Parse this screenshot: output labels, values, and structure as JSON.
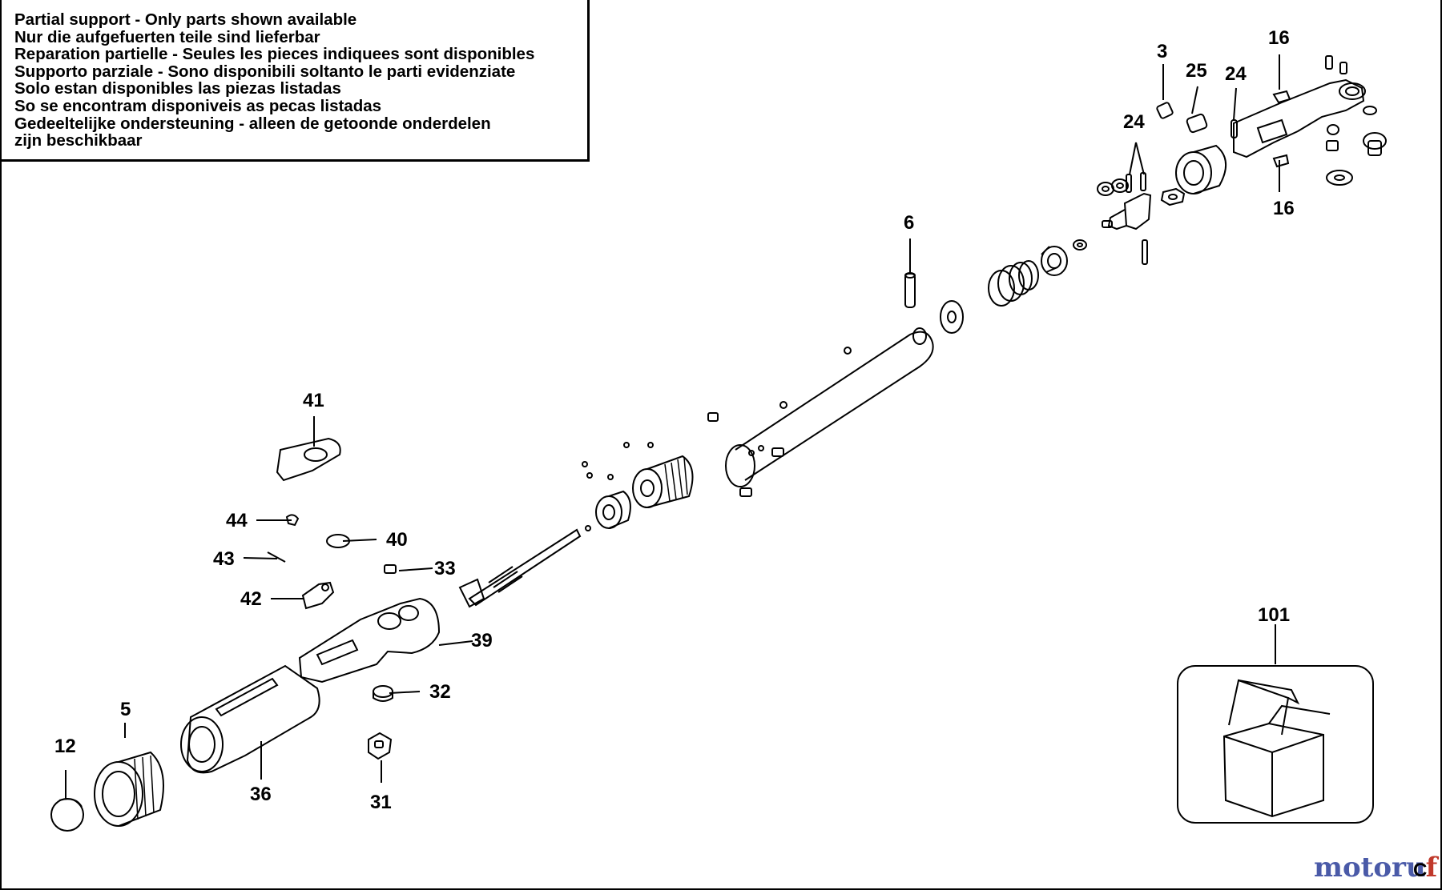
{
  "notice": {
    "lines": [
      "Partial support - Only parts shown available",
      "Nur die aufgefuerten teile sind lieferbar",
      "Reparation partielle - Seules les pieces indiquees sont disponibles",
      "Supporto parziale - Sono disponibili soltanto le parti evidenziate",
      "Solo estan disponibles las piezas listadas",
      "So se encontram disponiveis as pecas listadas",
      "Gedeeltelijke ondersteuning - alleen de getoonde onderdelen",
      "zijn beschikbaar"
    ]
  },
  "callouts": {
    "p3": "3",
    "p25": "25",
    "p24a": "24",
    "p16a": "16",
    "p24b": "24",
    "p16b": "16",
    "p6": "6",
    "p41": "41",
    "p44": "44",
    "p40": "40",
    "p43": "43",
    "p33": "33",
    "p42": "42",
    "p39": "39",
    "p32": "32",
    "p5": "5",
    "p12": "12",
    "p36": "36",
    "p31": "31",
    "p101": "101"
  },
  "watermark": {
    "part1": "motoru",
    "part2": "f"
  },
  "corner_mark": "C",
  "colors": {
    "ink": "#000000",
    "paper": "#ffffff",
    "watermark_blue": "#4a5aa8",
    "watermark_red": "#c0392b"
  }
}
